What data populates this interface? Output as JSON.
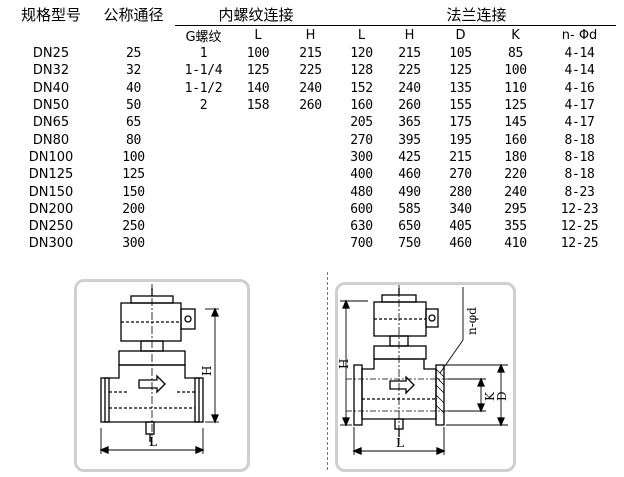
{
  "table": {
    "headers": {
      "model": "规格型号",
      "nominal": "公称通径",
      "threaded": "内螺纹连接",
      "flanged": "法兰连接"
    },
    "subheaders": {
      "g_thread": "G螺纹",
      "threaded_L": "L",
      "threaded_H": "H",
      "flanged_L": "L",
      "flanged_H": "H",
      "flanged_D": "D",
      "flanged_K": "K",
      "flanged_nd": "n- Φd"
    },
    "rows": [
      {
        "model": "DN25",
        "dn": "25",
        "g": "1",
        "tl": "100",
        "th": "215",
        "fl": "120",
        "fh": "215",
        "d": "105",
        "k": "85",
        "nd": "4-14"
      },
      {
        "model": "DN32",
        "dn": "32",
        "g": "1-1/4",
        "tl": "125",
        "th": "225",
        "fl": "128",
        "fh": "225",
        "d": "125",
        "k": "100",
        "nd": "4-14"
      },
      {
        "model": "DN40",
        "dn": "40",
        "g": "1-1/2",
        "tl": "140",
        "th": "240",
        "fl": "152",
        "fh": "240",
        "d": "135",
        "k": "110",
        "nd": "4-16"
      },
      {
        "model": "DN50",
        "dn": "50",
        "g": "2",
        "tl": "158",
        "th": "260",
        "fl": "160",
        "fh": "260",
        "d": "155",
        "k": "125",
        "nd": "4-17"
      },
      {
        "model": "DN65",
        "dn": "65",
        "g": "",
        "tl": "",
        "th": "",
        "fl": "205",
        "fh": "365",
        "d": "175",
        "k": "145",
        "nd": "4-17"
      },
      {
        "model": "DN80",
        "dn": "80",
        "g": "",
        "tl": "",
        "th": "",
        "fl": "270",
        "fh": "395",
        "d": "195",
        "k": "160",
        "nd": "8-18"
      },
      {
        "model": "DN100",
        "dn": "100",
        "g": "",
        "tl": "",
        "th": "",
        "fl": "300",
        "fh": "425",
        "d": "215",
        "k": "180",
        "nd": "8-18"
      },
      {
        "model": "DN125",
        "dn": "125",
        "g": "",
        "tl": "",
        "th": "",
        "fl": "400",
        "fh": "460",
        "d": "270",
        "k": "220",
        "nd": "8-18"
      },
      {
        "model": "DN150",
        "dn": "150",
        "g": "",
        "tl": "",
        "th": "",
        "fl": "480",
        "fh": "490",
        "d": "280",
        "k": "240",
        "nd": "8-23"
      },
      {
        "model": "DN200",
        "dn": "200",
        "g": "",
        "tl": "",
        "th": "",
        "fl": "600",
        "fh": "585",
        "d": "340",
        "k": "295",
        "nd": "12-23"
      },
      {
        "model": "DN250",
        "dn": "250",
        "g": "",
        "tl": "",
        "th": "",
        "fl": "630",
        "fh": "650",
        "d": "405",
        "k": "355",
        "nd": "12-25"
      },
      {
        "model": "DN300",
        "dn": "300",
        "g": "",
        "tl": "",
        "th": "",
        "fl": "700",
        "fh": "750",
        "d": "460",
        "k": "410",
        "nd": "12-25"
      }
    ]
  },
  "drawings": {
    "threaded": {
      "h_label": "H",
      "l_label": "L"
    },
    "flanged": {
      "h_label": "H",
      "l_label": "L",
      "d_label": "D",
      "k_label": "K",
      "nd_label": "n-φd"
    }
  }
}
